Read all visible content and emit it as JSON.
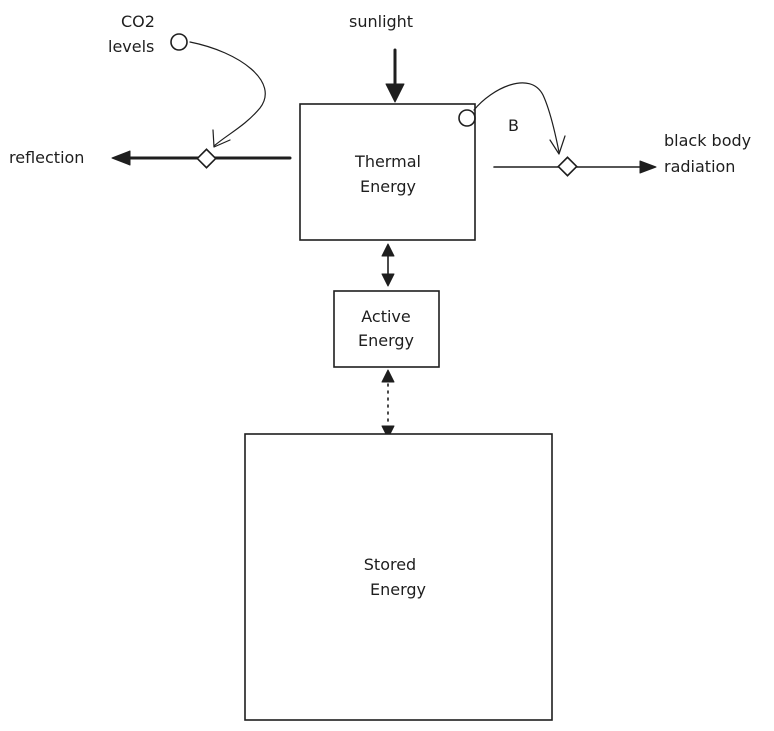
{
  "diagram": {
    "stocks": {
      "thermal": {
        "line1": "Thermal",
        "line2": "Energy"
      },
      "active": {
        "line1": "Active",
        "line2": "Energy"
      },
      "stored": {
        "line1": "Stored",
        "line2": "Energy"
      }
    },
    "labels": {
      "sunlight": "sunlight",
      "co2_line1": "CO2",
      "co2_line2": "levels",
      "reflection": "reflection",
      "black_body_line1": "black body",
      "black_body_line2": "radiation",
      "b": "B"
    },
    "stroke_color": "#1e1e1e",
    "background": "#ffffff"
  }
}
